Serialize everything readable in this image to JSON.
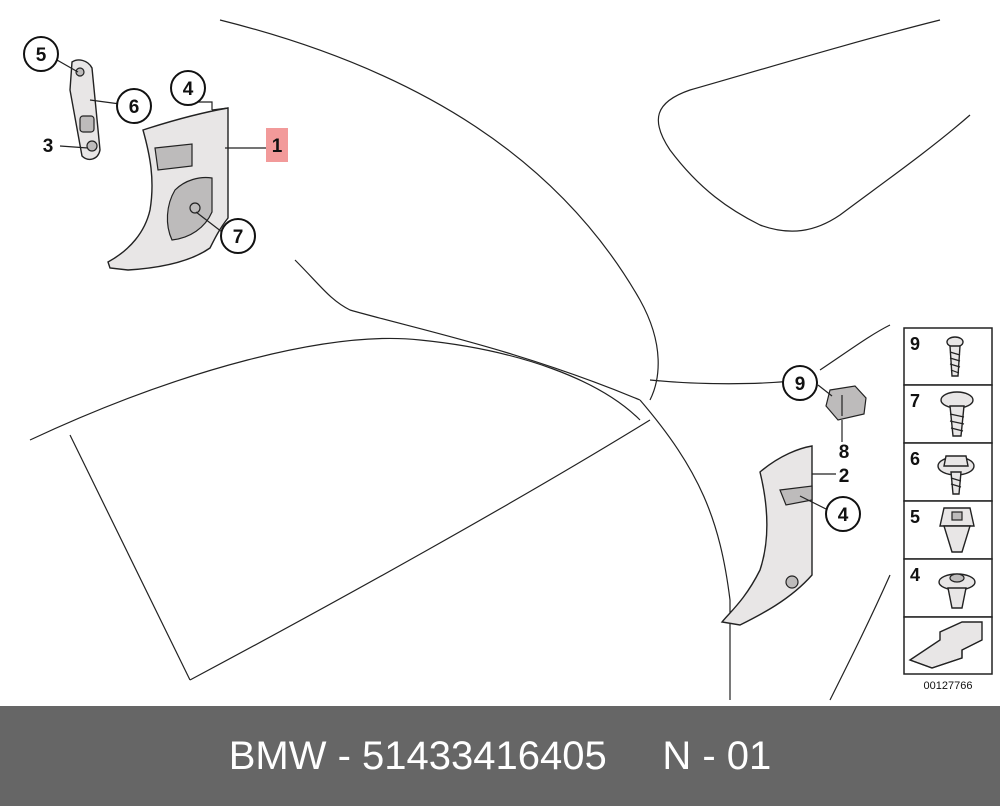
{
  "callouts": {
    "c5_top": "5",
    "c6_top": "6",
    "c3": "3",
    "c4_top": "4",
    "c1": "1",
    "c7": "7",
    "c9": "9",
    "c8": "8",
    "c2": "2",
    "c4_bottom": "4"
  },
  "legend": {
    "items": [
      "9",
      "7",
      "6",
      "5",
      "4"
    ],
    "reference": "00127766"
  },
  "footer": {
    "brand": "BMW",
    "sep1": " - ",
    "part_number": "51433416405",
    "gap": "     ",
    "variant": "N - 01"
  },
  "colors": {
    "footer_bg": "#666666",
    "highlight": "#f29a9a"
  }
}
